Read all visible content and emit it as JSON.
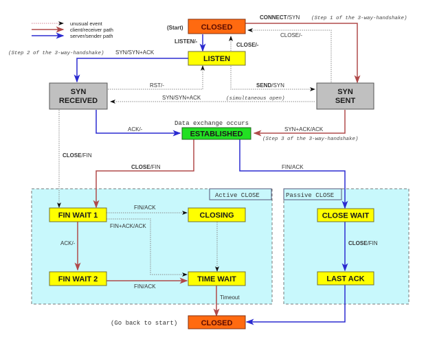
{
  "legend": {
    "unusual": "unusual event",
    "client": "client/receiver path",
    "server": "server/sender path"
  },
  "colors": {
    "client_path": "#b04a4a",
    "server_path": "#2a2ad0",
    "unusual_path": "#888888",
    "closed_fill": "#ff6a10",
    "yellow_fill": "#ffff00",
    "gray_fill": "#c0c0c0",
    "green_fill": "#22e022",
    "region_fill": "#c8f8fc"
  },
  "states": {
    "closed_top": "CLOSED",
    "listen": "LISTEN",
    "syn_received_1": "SYN",
    "syn_received_2": "RECEIVED",
    "syn_sent_1": "SYN",
    "syn_sent_2": "SENT",
    "established": "ESTABLISHED",
    "fin_wait_1": "FIN WAIT 1",
    "closing": "CLOSING",
    "fin_wait_2": "FIN WAIT 2",
    "time_wait": "TIME WAIT",
    "close_wait": "CLOSE WAIT",
    "last_ack": "LAST ACK",
    "closed_bottom": "CLOSED"
  },
  "annotations": {
    "start": "(Start)",
    "go_back": "(Go back to start)",
    "data_exchange": "Data exchange occurs",
    "step1": "(Step 1 of the 3-way-handshake)",
    "step2": "(Step 2 of the 3-way-handshake)",
    "step3": "(Step 3 of the 3-way-handshake)",
    "simultaneous": "(simultaneous open)",
    "active_close": "Active CLOSE",
    "passive_close": "Passive CLOSE"
  },
  "transitions": {
    "connect_syn_bold": "CONNECT",
    "connect_syn_rest": "/SYN",
    "close_dash_right": "CLOSE/-",
    "listen_dash": "LISTEN/-",
    "close_dash_mid": "CLOSE/-",
    "syn_synack": "SYN/SYN+ACK",
    "rst": "RST/-",
    "send_bold": "SEND",
    "send_rest": "/SYN",
    "syn_synack_sim": "SYN/SYN+ACK",
    "ack_dash": "ACK/-",
    "synack_ack": "SYN+ACK/ACK",
    "close_fin_left_bold": "CLOSE",
    "close_fin_left_rest": "/FIN",
    "close_fin_mid_bold": "CLOSE",
    "close_fin_mid_rest": "/FIN",
    "fin_ack_right": "FIN/ACK",
    "fin_ack_fw1": "FIN/ACK",
    "finack_ack": "FIN+ACK/ACK",
    "ack_dash_fw": "ACK/-",
    "fin_ack_fw2": "FIN/ACK",
    "close_fin_passive_bold": "CLOSE",
    "close_fin_passive_rest": "/FIN",
    "timeout": "Timeout"
  }
}
